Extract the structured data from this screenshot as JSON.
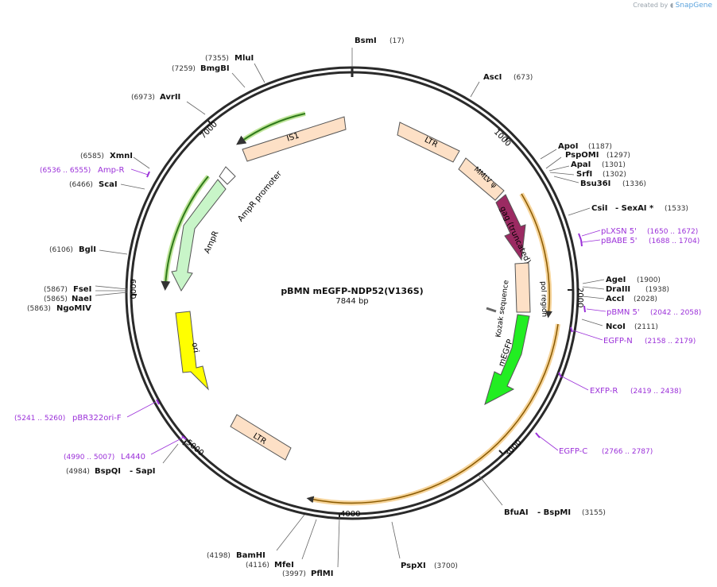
{
  "header": {
    "credit_text": "Created by",
    "credit_brand": "SnapGene"
  },
  "plasmid": {
    "name": "pBMN mEGFP-NDP52(V136S)",
    "length_label": "7844 bp",
    "length": 7844
  },
  "ticks": [
    "1000",
    "2000",
    "3000",
    "4000",
    "5000",
    "6000",
    "7000"
  ],
  "colors": {
    "backbone": "#2a2a2a",
    "primer": "#9b30d9",
    "label": "#111111",
    "position": "#333333"
  },
  "sites": [
    {
      "name": "BsmI",
      "pos": "(17)"
    },
    {
      "name": "AscI",
      "pos": "(673)"
    },
    {
      "name": "ApoI",
      "pos": "(1187)"
    },
    {
      "name": "PspOMI",
      "pos": "(1297)"
    },
    {
      "name": "ApaI",
      "pos": "(1301)"
    },
    {
      "name": "SrfI",
      "pos": "(1302)"
    },
    {
      "name": "Bsu36I",
      "pos": "(1336)"
    },
    {
      "name": "CsiI",
      "sep": "- SexAI *",
      "pos": "(1533)"
    },
    {
      "name": "AgeI",
      "pos": "(1900)"
    },
    {
      "name": "DraIII",
      "pos": "(1938)"
    },
    {
      "name": "AccI",
      "pos": "(2028)"
    },
    {
      "name": "NcoI",
      "pos": "(2111)"
    },
    {
      "name": "BfuAI",
      "sep": "- BspMI",
      "pos": "(3155)"
    },
    {
      "name": "PspXI",
      "pos": "(3700)"
    },
    {
      "name": "PflMI",
      "pos": "(3997)"
    },
    {
      "name": "MfeI",
      "pos": "(4116)"
    },
    {
      "name": "BamHI",
      "pos": "(4198)"
    },
    {
      "name": "BspQI",
      "sep": "- SapI",
      "pos": "(4984)"
    },
    {
      "name": "NgoMIV",
      "pos": "(5863)"
    },
    {
      "name": "NaeI",
      "pos": "(5865)"
    },
    {
      "name": "FseI",
      "pos": "(5867)"
    },
    {
      "name": "BglI",
      "pos": "(6106)"
    },
    {
      "name": "ScaI",
      "pos": "(6466)"
    },
    {
      "name": "XmnI",
      "pos": "(6585)"
    },
    {
      "name": "AvrII",
      "pos": "(6973)"
    },
    {
      "name": "BmgBI",
      "pos": "(7259)"
    },
    {
      "name": "MluI",
      "pos": "(7355)"
    }
  ],
  "primers": [
    {
      "name": "pLXSN 5'",
      "range": "(1650 .. 1672)"
    },
    {
      "name": "pBABE 5'",
      "range": "(1688 .. 1704)"
    },
    {
      "name": "pBMN 5'",
      "range": "(2042 .. 2058)"
    },
    {
      "name": "EGFP-N",
      "range": "(2158 .. 2179)"
    },
    {
      "name": "EXFP-R",
      "range": "(2419 .. 2438)"
    },
    {
      "name": "EGFP-C",
      "range": "(2766 .. 2787)"
    },
    {
      "name": "pBR322ori-F",
      "range": "(5241 .. 5260)"
    },
    {
      "name": "L4440",
      "range": "(4990 .. 5007)"
    },
    {
      "name": "Amp-R",
      "range": "(6536 .. 6555)"
    }
  ],
  "features": [
    {
      "label": "LTR",
      "color": "#fde0c6"
    },
    {
      "label": "MMLV ψ",
      "color": "#fde0c6"
    },
    {
      "label": "gag (truncated)",
      "color": "#9b2a62"
    },
    {
      "label": "pol region",
      "color": "#fde0c6"
    },
    {
      "label": "Kozak sequence",
      "color": "#888888"
    },
    {
      "label": "mEGFP",
      "color": "#22ee22"
    },
    {
      "label": "LTR",
      "color": "#fde0c6"
    },
    {
      "label": "ori",
      "color": "#ffff00"
    },
    {
      "label": "AmpR",
      "color": "#c8f5c8"
    },
    {
      "label": "AmpR promoter",
      "color": "#ffffff"
    },
    {
      "label": "IS1",
      "color": "#fde0c6"
    }
  ]
}
